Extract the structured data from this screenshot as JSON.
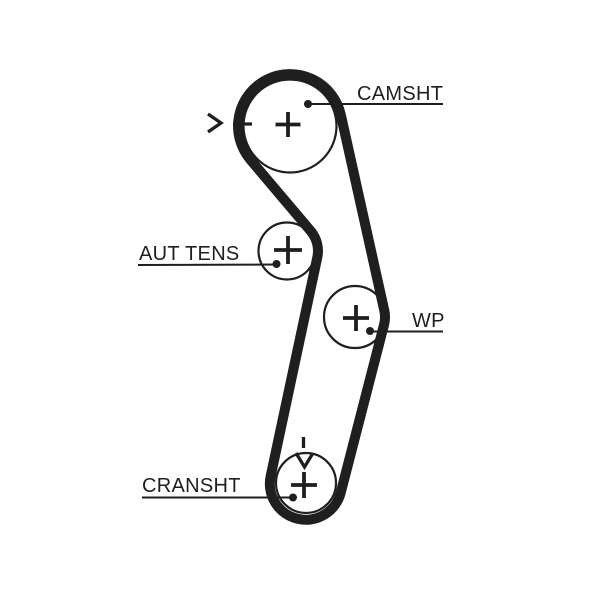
{
  "diagram": {
    "type": "timing-belt-routing",
    "labels": {
      "camshaft": "CAMSHT",
      "tensioner": "AUT TENS",
      "water_pump": "WP",
      "crankshaft": "CRANSHT"
    },
    "icons": {
      "pulley_center": "plus-cross",
      "camshaft_pointer": "right-chevron",
      "camshaft_mark": "horizontal-dash",
      "crankshaft_pointer": "down-arrowhead",
      "crankshaft_mark": "vertical-dash",
      "leader_end": "filled-dot"
    },
    "colors": {
      "ink": "#1f1f1f",
      "background": "#ffffff"
    }
  }
}
